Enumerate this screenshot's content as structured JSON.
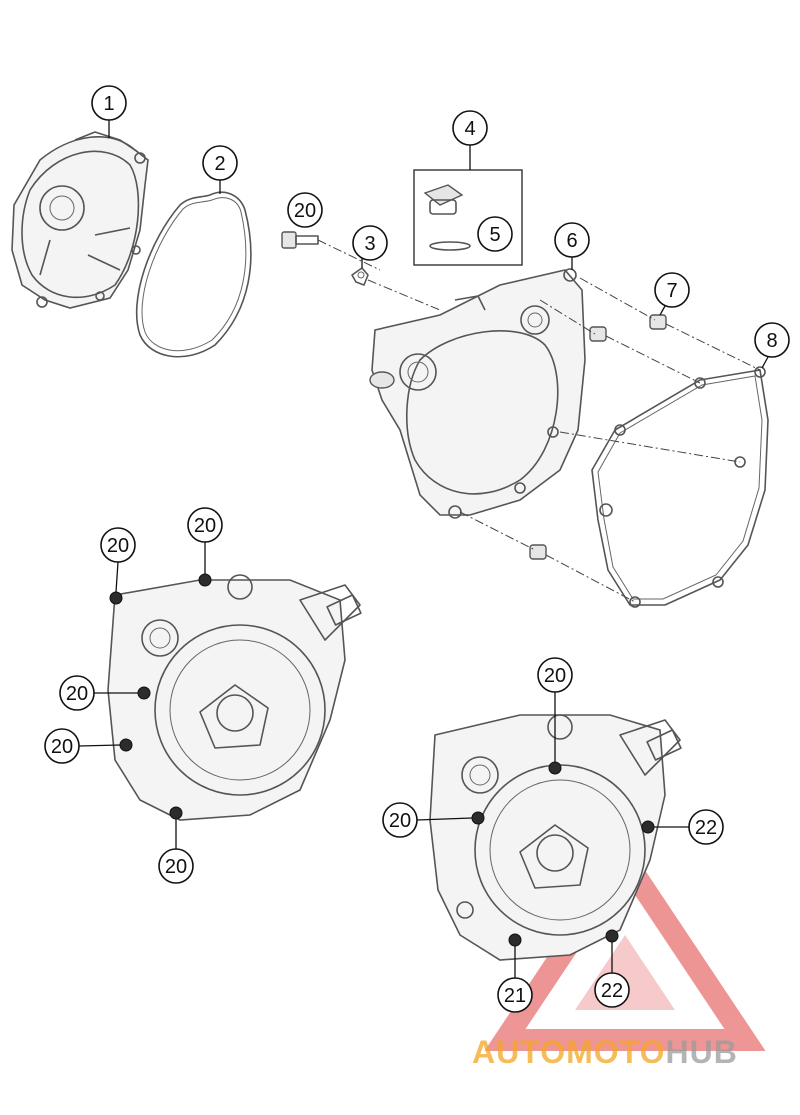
{
  "callouts": {
    "c1": "1",
    "c2": "2",
    "c3": "3",
    "c4": "4",
    "c5": "5",
    "c6": "6",
    "c7": "7",
    "c8": "8",
    "c20a": "20",
    "c20b": "20",
    "c20c": "20",
    "c20d": "20",
    "c20e": "20",
    "c20f": "20",
    "c20g": "20",
    "c20h": "20",
    "c21": "21",
    "c22a": "22",
    "c22b": "22"
  },
  "watermark": {
    "part1": "AUTOMOTO",
    "part2": "HUB",
    "color_orange": "#f5a623",
    "color_gray": "#9b9b9b",
    "color_red": "#e04040"
  }
}
